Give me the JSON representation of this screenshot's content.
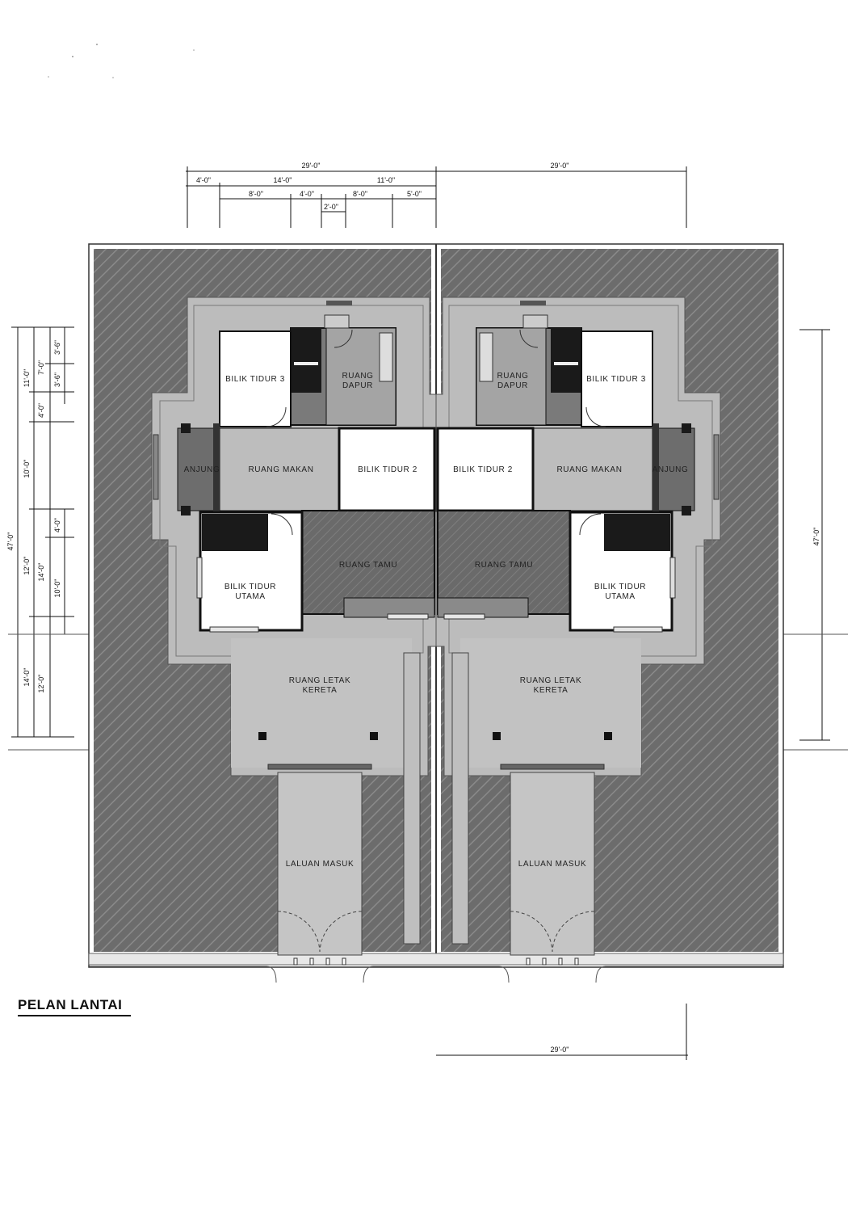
{
  "title": "PELAN LANTAI",
  "rooms": {
    "bilik_tidur_3": "BILIK TIDUR 3",
    "ruang_dapur_1": "RUANG",
    "ruang_dapur_2": "DAPUR",
    "anjung": "ANJUNG",
    "ruang_makan": "RUANG MAKAN",
    "bilik_tidur_2": "BILIK TIDUR 2",
    "bilik_tidur_utama_1": "BILIK TIDUR",
    "bilik_tidur_utama_2": "UTAMA",
    "ruang_tamu": "RUANG TAMU",
    "ruang_letak_kereta_1": "RUANG LETAK",
    "ruang_letak_kereta_2": "KERETA",
    "laluan_masuk": "LALUAN MASUK"
  },
  "dimensions": {
    "top_total_left": "29'-0\"",
    "top_total_right": "29'-0\"",
    "top_a": "4'-0\"",
    "top_b": "14'-0\"",
    "top_c": "11'-0\"",
    "top_d": "8'-0\"",
    "top_e": "4'-0\"",
    "top_f": "8'-0\"",
    "top_g": "5'-0\"",
    "top_h": "2'-0\"",
    "right_total": "47'-0\"",
    "bottom_total": "29'-0\"",
    "left_outer": "47'-0\"",
    "left_11": "11'-0\"",
    "left_10": "10'-0\"",
    "left_12": "12'-0\"",
    "left_14": "14'-0\"",
    "left_7": "7'-0\"",
    "left_3_6a": "3'-6\"",
    "left_3_6b": "3'-6\"",
    "left_4a": "4'-0\"",
    "left_4b": "4'-0\"",
    "left_14b": "14'-0\"",
    "left_10b": "10'-0\"",
    "left_12b": "12'-0\""
  },
  "colors": {
    "lot": "#6e6e6e",
    "hatch": "#858585",
    "walkway": "#bdbdbd",
    "floor_mid": "#9c9c9c",
    "floor_dark": "#7a7a7a",
    "room_white": "#ffffff",
    "wall": "#111111"
  }
}
